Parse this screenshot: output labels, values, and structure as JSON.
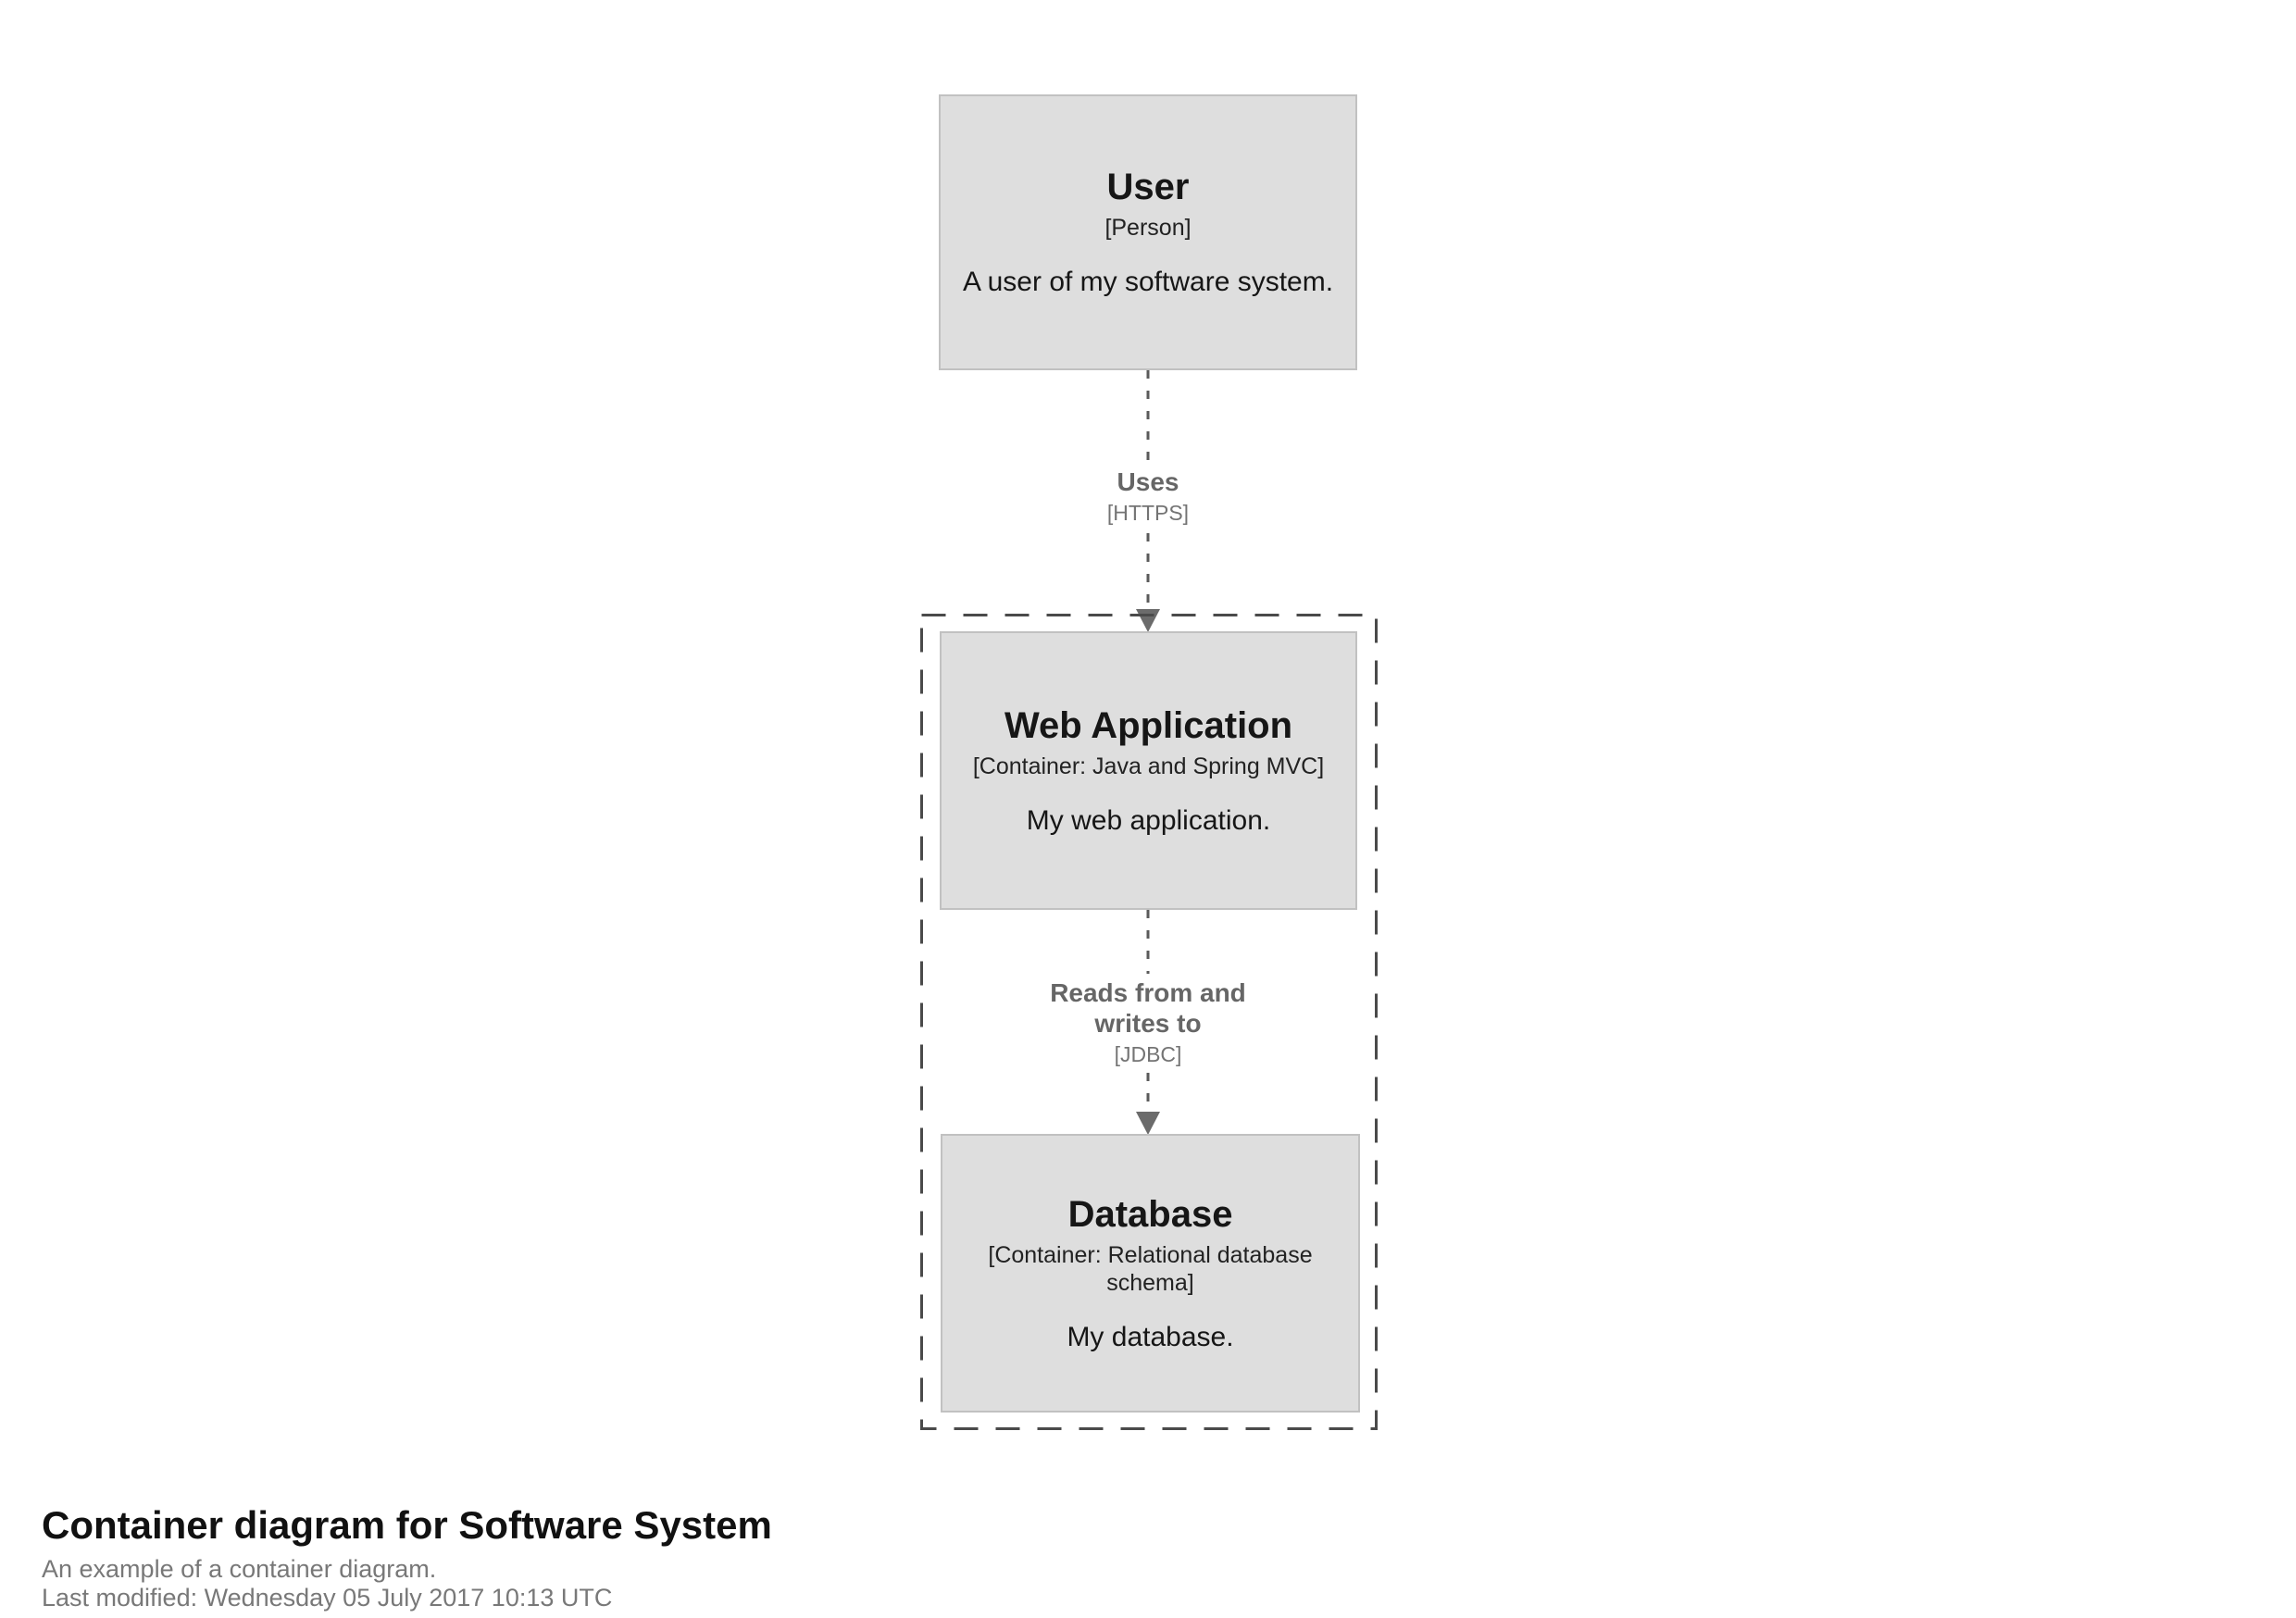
{
  "diagram": {
    "nodes": {
      "user": {
        "name": "User",
        "type": "[Person]",
        "description": "A user of my software system."
      },
      "web_application": {
        "name": "Web Application",
        "type": "[Container: Java and Spring MVC]",
        "description": "My web application."
      },
      "database": {
        "name": "Database",
        "type": "[Container: Relational database schema]",
        "description": "My database."
      }
    },
    "relationships": [
      {
        "label": "Uses",
        "technology": "[HTTPS]"
      },
      {
        "label": "Reads from and writes to",
        "technology": "[JDBC]"
      }
    ],
    "colors": {
      "node_fill": "#dedede",
      "node_border": "#c1c1c1",
      "node_text": "#161616",
      "relationship_line": "#5a5a5a",
      "relationship_label": "#666666",
      "boundary_dash": "#4a4a4a",
      "footer_muted": "#787878",
      "background": "#ffffff"
    }
  },
  "footer": {
    "title": "Container diagram for Software System",
    "description": "An example of a container diagram.",
    "last_modified": "Last modified: Wednesday 05 July 2017 10:13 UTC"
  }
}
